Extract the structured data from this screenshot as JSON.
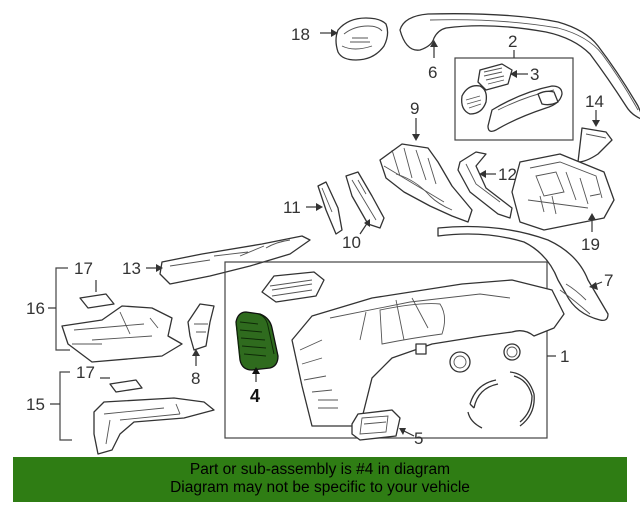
{
  "callouts": {
    "c1": "1",
    "c2": "2",
    "c3": "3",
    "c4": "4",
    "c5": "5",
    "c6": "6",
    "c7": "7",
    "c8": "8",
    "c9": "9",
    "c10": "10",
    "c11": "11",
    "c12": "12",
    "c13": "13",
    "c14": "14",
    "c15": "15",
    "c16": "16",
    "c17a": "17",
    "c17b": "17",
    "c18": "18",
    "c19": "19"
  },
  "highlighted_part": "4",
  "banner": {
    "line1": "Part or sub-assembly is #4 in diagram",
    "line2": "Diagram may not be specific to your vehicle",
    "background": "#2f7d14"
  },
  "colors": {
    "highlight_fill": "#2f6b1e",
    "line": "#333333"
  }
}
